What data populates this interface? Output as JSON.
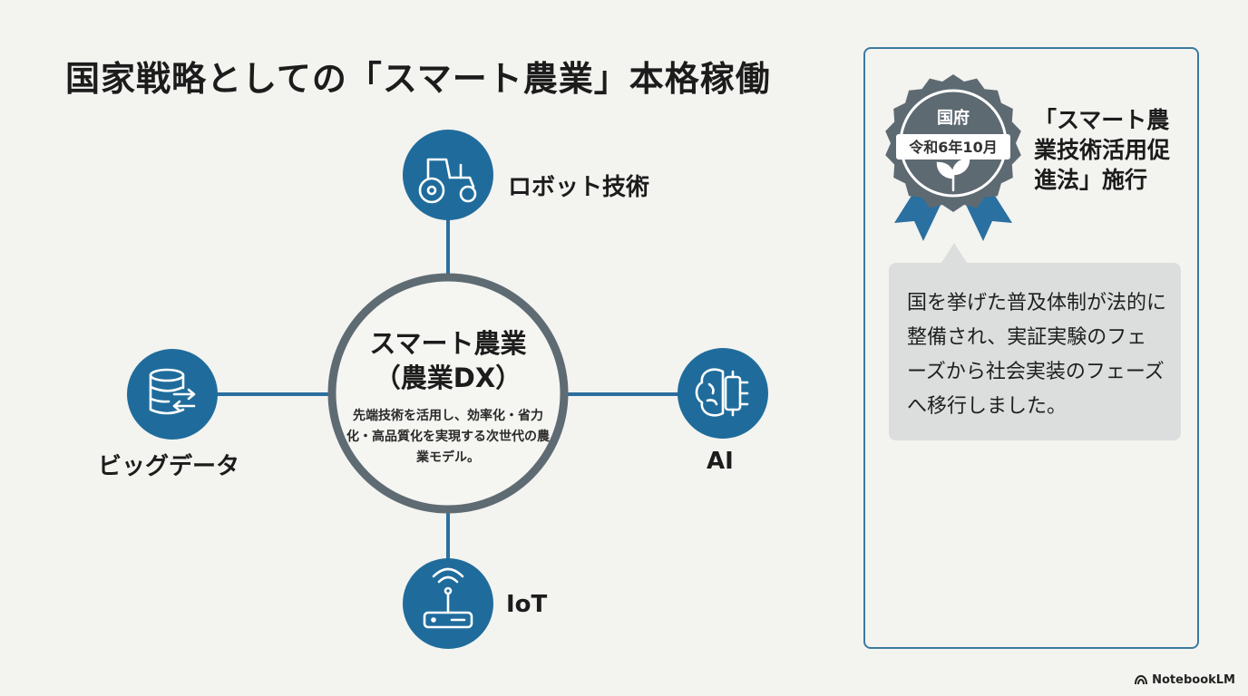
{
  "title": "国家戦略としての「スマート農業」本格稼働",
  "center": {
    "title_line1": "スマート農業",
    "title_line2": "（農業DX）",
    "description": "先端技術を活用し、効率化・省力化・高品質化を実現する次世代の農業モデル。"
  },
  "nodes": {
    "robot": {
      "label": "ロボット技術",
      "icon": "tractor-icon"
    },
    "bigdata": {
      "label": "ビッグデータ",
      "icon": "database-sync-icon"
    },
    "ai": {
      "label": "AI",
      "icon": "brain-chip-icon"
    },
    "iot": {
      "label": "IoT",
      "icon": "router-signal-icon"
    }
  },
  "panel": {
    "badge_top": "国府",
    "badge_date": "令和6年10月",
    "badge_icon": "sprout-icon",
    "law_title": "「スマート農業技術活用促進法」施行",
    "note": "国を挙げた普及体制が法的に整備され、実証実験のフェーズから社会実装のフェーズへ移行しました。"
  },
  "brand": "NotebookLM",
  "colors": {
    "accent": "#1f6c9c",
    "ring": "#5f6b73",
    "badge": "#5e6a72",
    "ribbon": "#2a70a0",
    "note_bg": "#dcdede",
    "panel_border": "#3c7aa0"
  }
}
